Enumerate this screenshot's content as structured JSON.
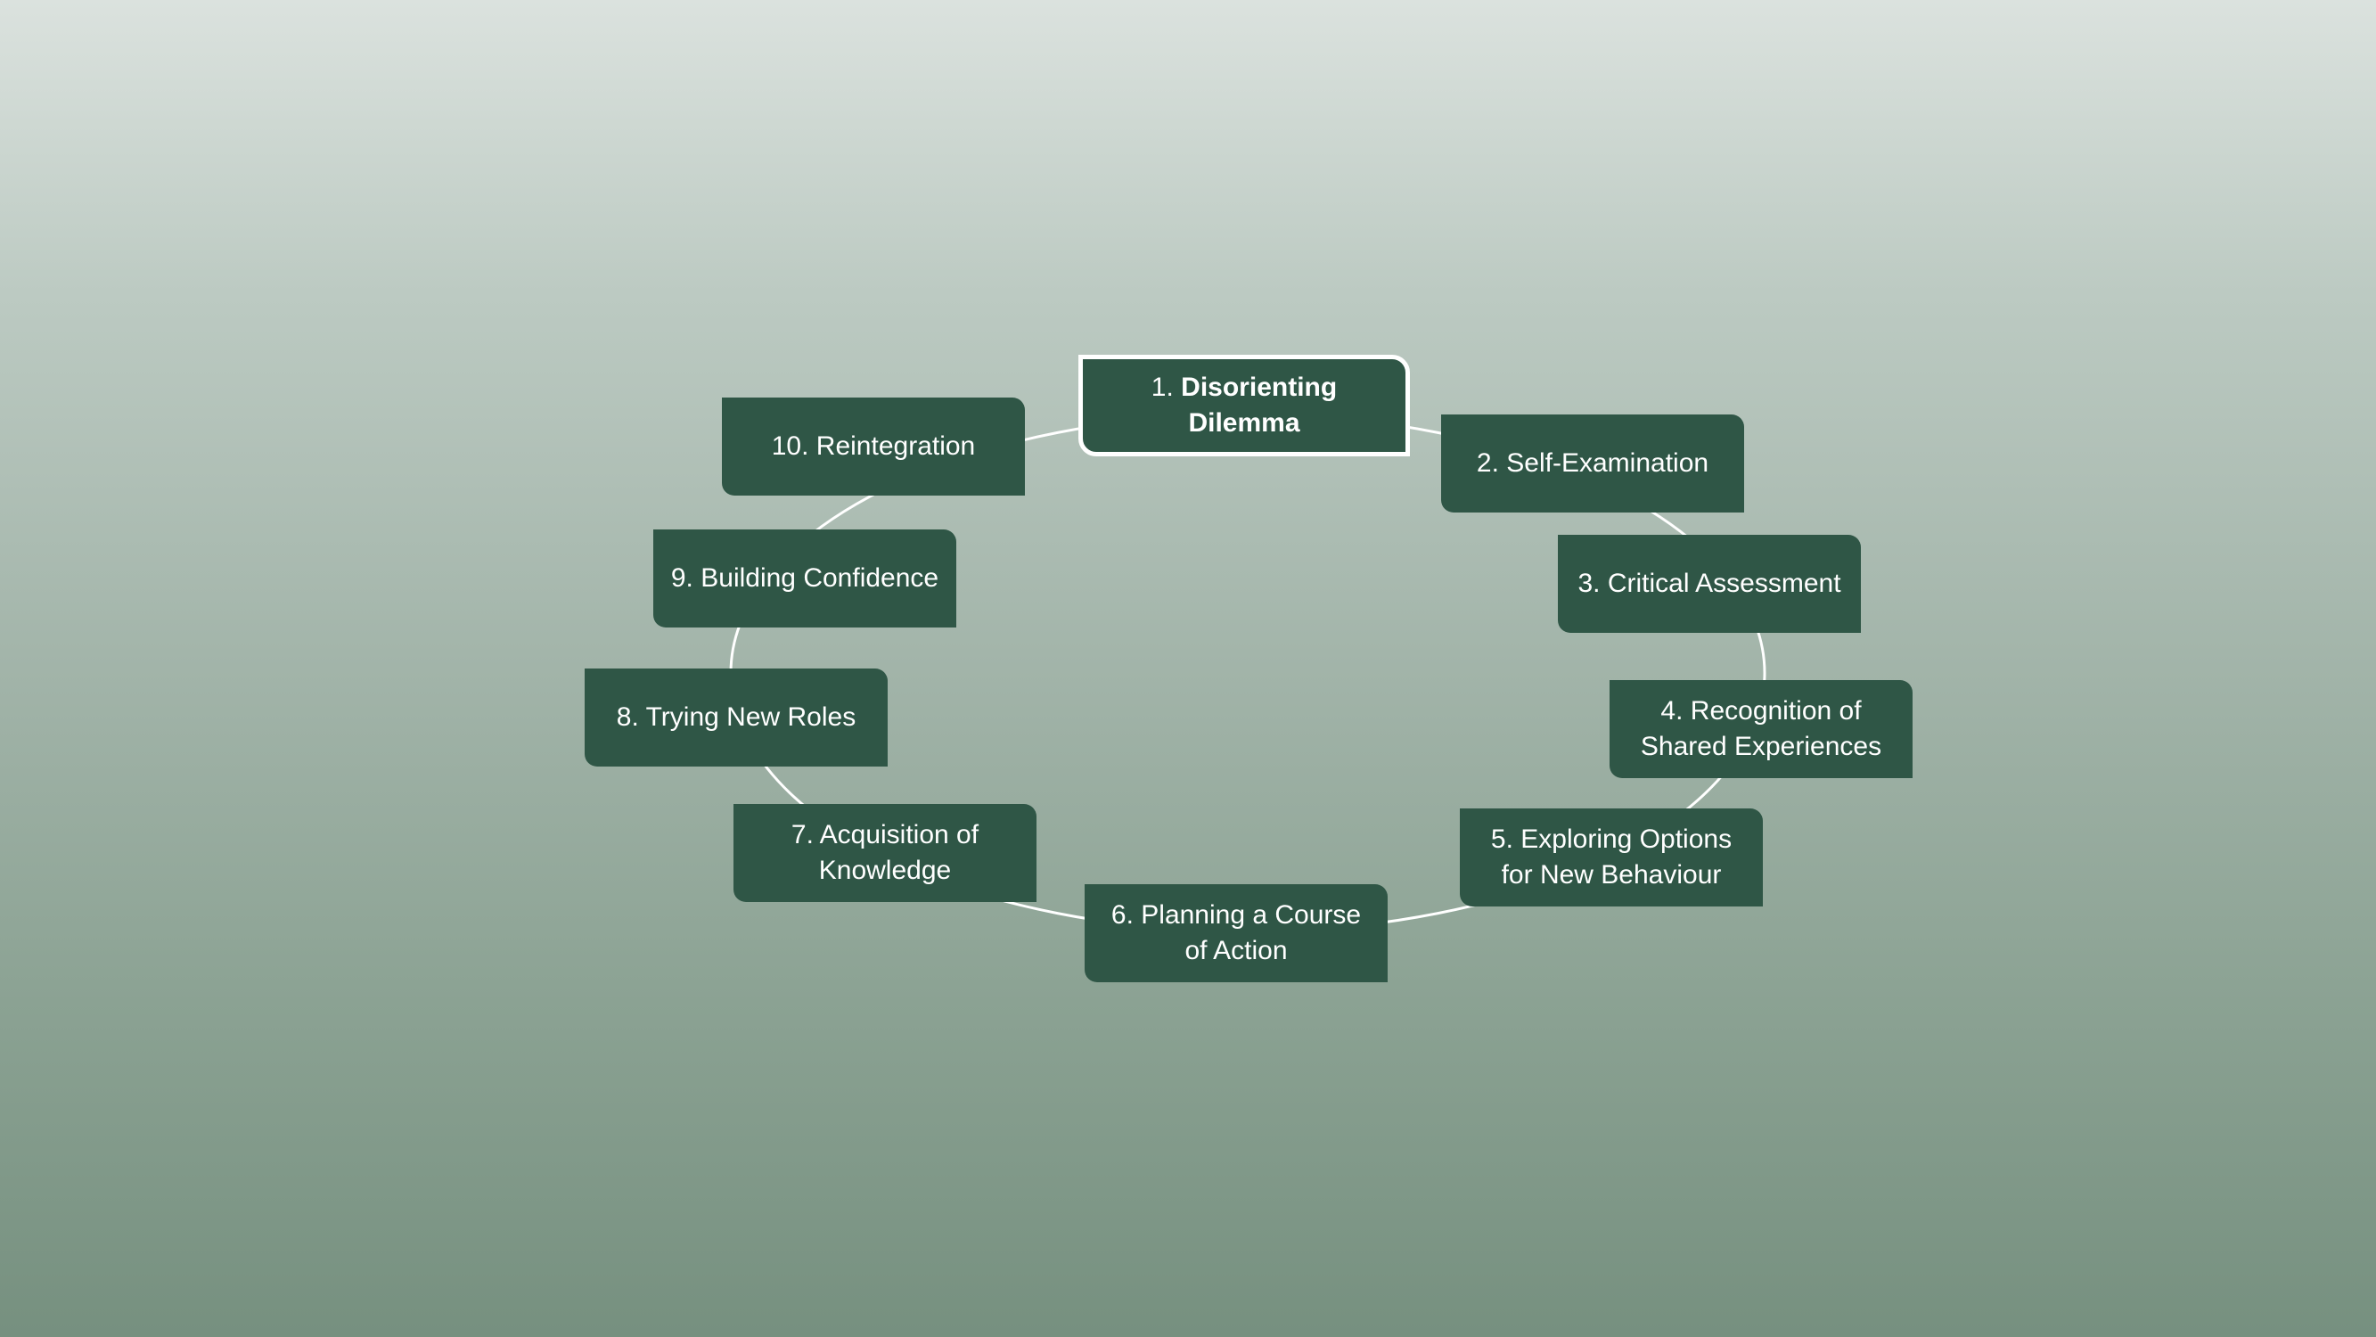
{
  "diagram": {
    "type": "cycle",
    "ring_color": "#ffffff",
    "node_color": "#2f5646",
    "active_step": 1,
    "steps": [
      {
        "number": "1.",
        "title": "Disorienting Dilemma",
        "active": true
      },
      {
        "number": "2.",
        "title": "Self-Examination"
      },
      {
        "number": "3.",
        "title": "Critical Assessment"
      },
      {
        "number": "4.",
        "title": "Recognition of Shared Experiences"
      },
      {
        "number": "5.",
        "title": "Exploring Options for New Behaviour"
      },
      {
        "number": "6.",
        "title": "Planning a Course of Action"
      },
      {
        "number": "7.",
        "title": "Acquisition of Knowledge"
      },
      {
        "number": "8.",
        "title": "Trying New Roles"
      },
      {
        "number": "9.",
        "title": "Building Confidence"
      },
      {
        "number": "10.",
        "title": "Reintegration"
      }
    ]
  }
}
